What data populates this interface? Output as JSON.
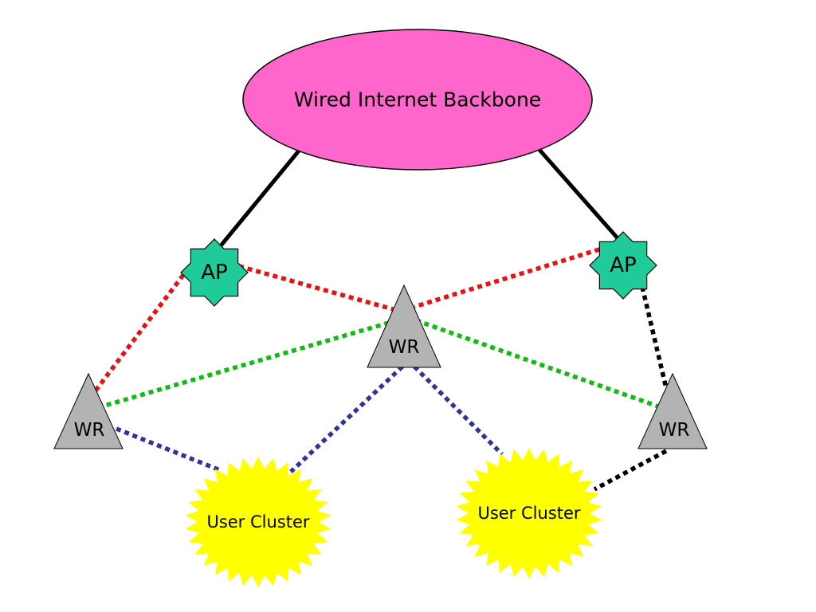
{
  "colors": {
    "backbone_fill": "#ff66cc",
    "ap_fill": "#1fcc99",
    "wr_fill": "#b3b3b3",
    "cluster_fill": "#ffff00",
    "link_red": "#e81010",
    "link_green": "#11bb11",
    "link_blue": "#333399",
    "link_black": "#000000",
    "link_solid": "#000000"
  },
  "nodes": {
    "backbone": {
      "label": "Wired Internet Backbone",
      "shape": "ellipse"
    },
    "ap_left": {
      "label": "AP",
      "shape": "8-point-star"
    },
    "ap_right": {
      "label": "AP",
      "shape": "8-point-star"
    },
    "wr_center": {
      "label": "WR",
      "shape": "triangle"
    },
    "wr_left": {
      "label": "WR",
      "shape": "triangle"
    },
    "wr_right": {
      "label": "WR",
      "shape": "triangle"
    },
    "cluster_left": {
      "label": "User Cluster",
      "shape": "burst"
    },
    "cluster_right": {
      "label": "User Cluster",
      "shape": "burst"
    }
  },
  "links": [
    {
      "from": "backbone",
      "to": "ap_left",
      "style": "solid",
      "color": "link_solid"
    },
    {
      "from": "backbone",
      "to": "ap_right",
      "style": "solid",
      "color": "link_solid"
    },
    {
      "from": "ap_left",
      "to": "wr_left",
      "style": "dotted",
      "color": "link_red"
    },
    {
      "from": "ap_left",
      "to": "wr_center",
      "style": "dotted",
      "color": "link_red"
    },
    {
      "from": "ap_right",
      "to": "wr_center",
      "style": "dotted",
      "color": "link_red"
    },
    {
      "from": "ap_right",
      "to": "wr_right",
      "style": "dotted",
      "color": "link_black"
    },
    {
      "from": "wr_center",
      "to": "wr_left",
      "style": "dotted",
      "color": "link_green"
    },
    {
      "from": "wr_center",
      "to": "wr_right",
      "style": "dotted",
      "color": "link_green"
    },
    {
      "from": "wr_left",
      "to": "cluster_left",
      "style": "dotted",
      "color": "link_blue"
    },
    {
      "from": "wr_center",
      "to": "cluster_left",
      "style": "dotted",
      "color": "link_blue"
    },
    {
      "from": "wr_center",
      "to": "cluster_right",
      "style": "dotted",
      "color": "link_blue"
    },
    {
      "from": "wr_right",
      "to": "cluster_right",
      "style": "dotted",
      "color": "link_black"
    }
  ]
}
